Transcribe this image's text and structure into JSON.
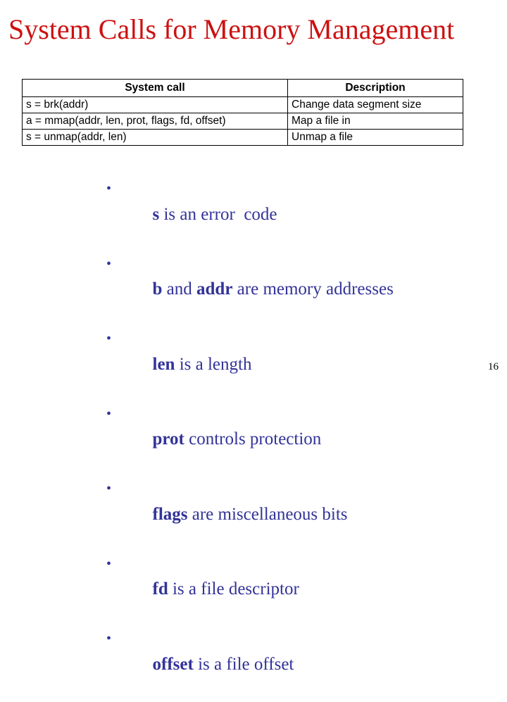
{
  "slide": {
    "title": "System Calls for Memory Management",
    "page_number": "16",
    "title_color": "#CC1111",
    "bullet_color": "#333399",
    "background_color": "#FFFFFF"
  },
  "table": {
    "headers": {
      "call": "System call",
      "description": "Description"
    },
    "rows": [
      {
        "call": "s = brk(addr)",
        "description": "Change data segment size"
      },
      {
        "call": "a = mmap(addr, len, prot, flags, fd, offset)",
        "description": "Map a file in"
      },
      {
        "call": "s = unmap(addr, len)",
        "description": "Unmap a file"
      }
    ]
  },
  "bullets": {
    "marker": "•",
    "items": [
      {
        "term": "s",
        "rest": " is an error  code"
      },
      {
        "term": "b",
        "mid": " and ",
        "term2": "addr",
        "rest": " are memory addresses"
      },
      {
        "term": "len",
        "rest": " is a length"
      },
      {
        "term": "prot",
        "rest": " controls protection"
      },
      {
        "term": "flags",
        "rest": " are miscellaneous bits"
      },
      {
        "term": "fd",
        "rest": " is a file descriptor"
      },
      {
        "term": "offset",
        "rest": " is a file offset"
      }
    ]
  }
}
